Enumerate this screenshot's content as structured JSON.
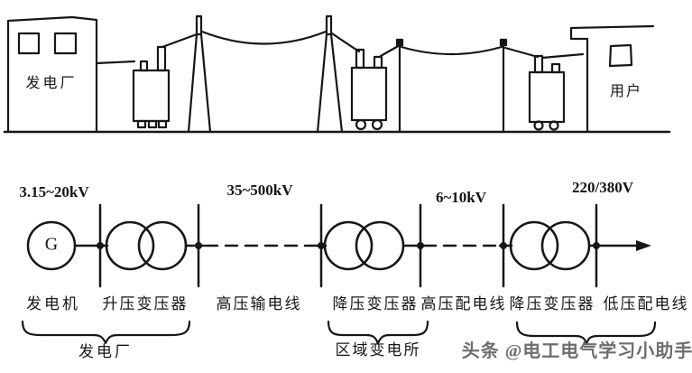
{
  "illustration": {
    "power_plant_label": "发电厂",
    "user_label": "用户"
  },
  "schematic": {
    "generator_letter": "G",
    "voltages": {
      "generator": "3.15~20kV",
      "transmission": "35~500kV",
      "hv_distribution": "6~10kV",
      "lv_distribution": "220/380V"
    },
    "components": [
      "发电机",
      "升压变压器",
      "高压输电线",
      "降压变压器",
      "高压配电线",
      "降压变压器",
      "低压配电线"
    ],
    "groups": {
      "plant": "发电厂",
      "substation": "区域变电所"
    }
  },
  "watermark": "头条 @电工电气学习小助手",
  "colors": {
    "ink": "#161616",
    "watermark_gray": "#6e6e6e",
    "background": "#ffffff"
  }
}
